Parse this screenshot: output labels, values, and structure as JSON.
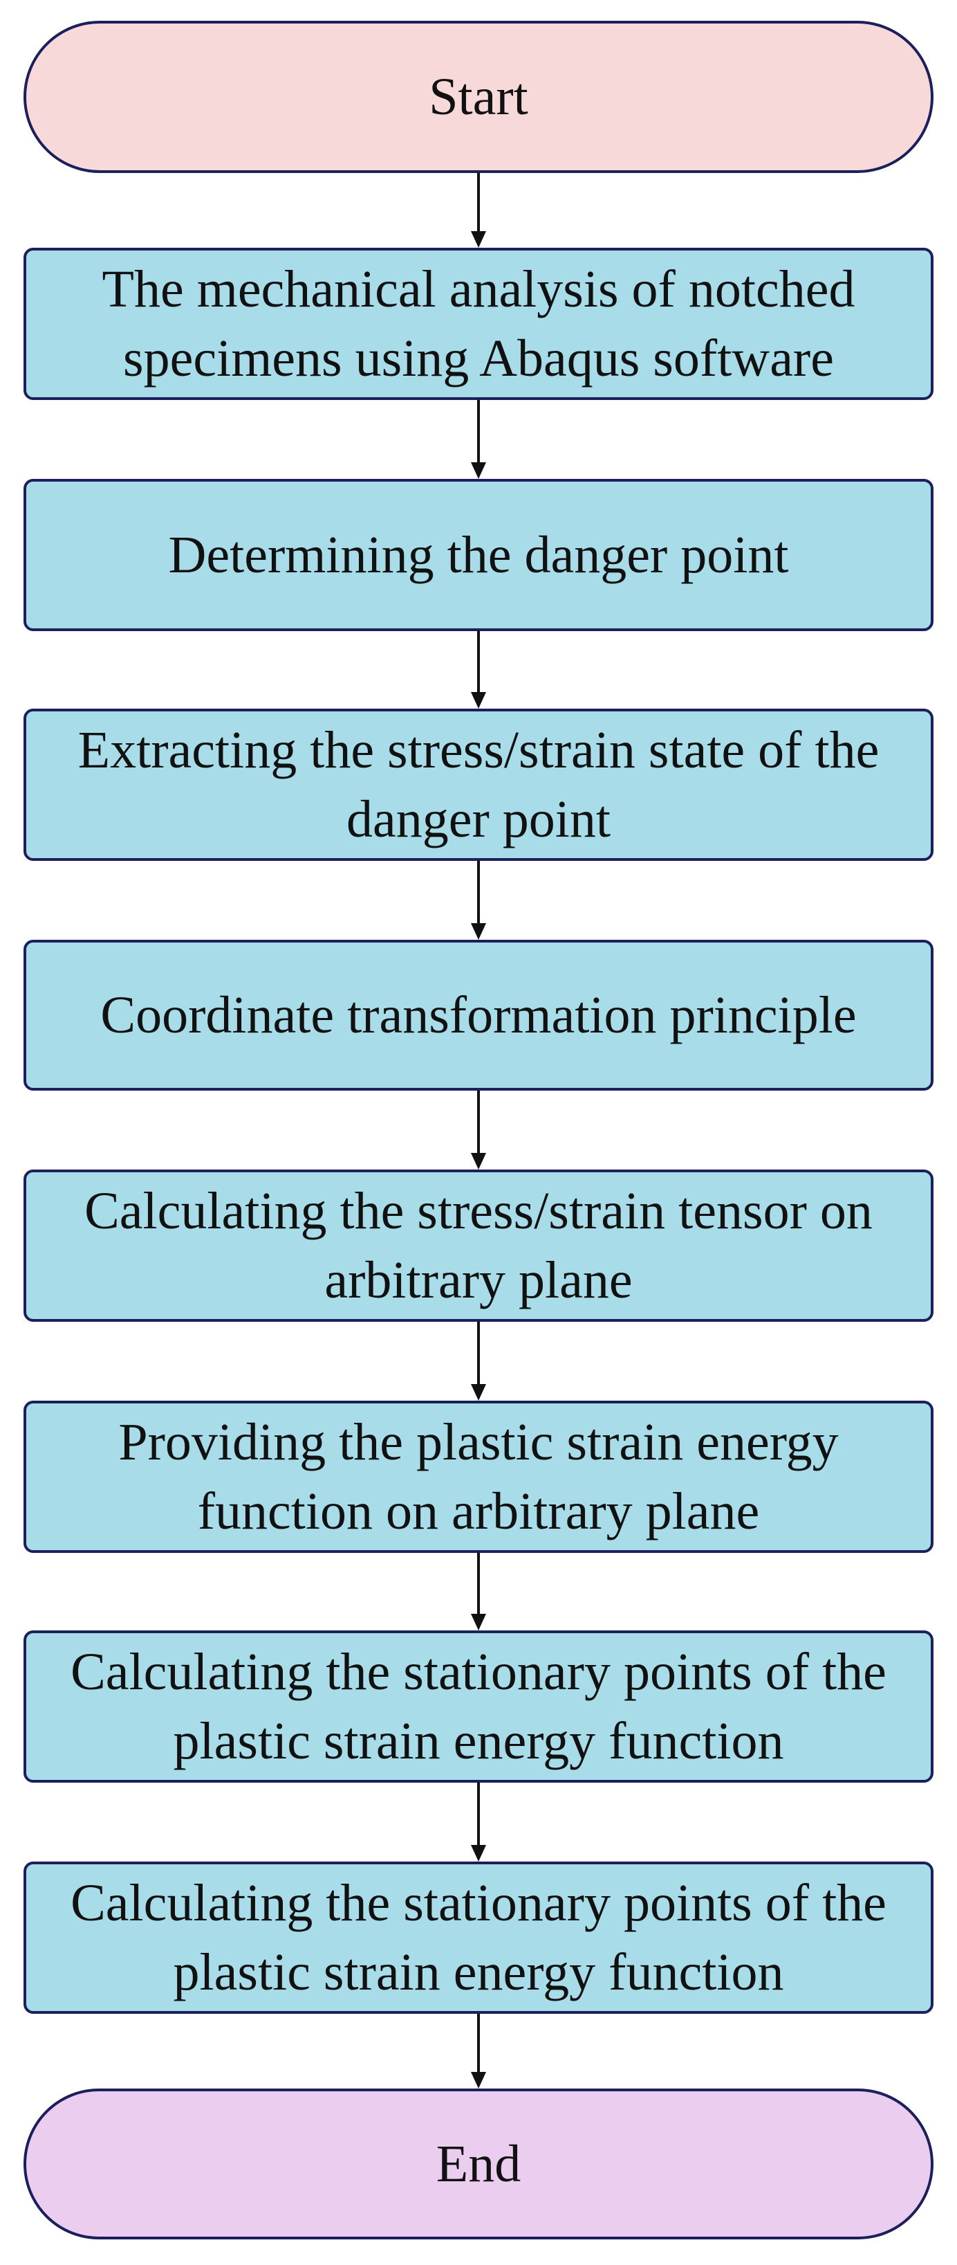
{
  "colors": {
    "start_fill": "#f7d9da",
    "process_fill": "#a8dce9",
    "end_fill": "#ebcdf0",
    "border": "#1b1f5c",
    "arrow": "#111111"
  },
  "nodes": [
    {
      "id": "start",
      "shape": "terminal",
      "text": "Start"
    },
    {
      "id": "step1",
      "shape": "process",
      "text": "The mechanical analysis of notched specimens using Abaqus software"
    },
    {
      "id": "step2",
      "shape": "process",
      "text": "Determining the danger point"
    },
    {
      "id": "step3",
      "shape": "process",
      "text": "Extracting the stress/strain state of the danger point"
    },
    {
      "id": "step4",
      "shape": "process",
      "text": "Coordinate transformation principle"
    },
    {
      "id": "step5",
      "shape": "process",
      "text": "Calculating the stress/strain tensor on arbitrary plane"
    },
    {
      "id": "step6",
      "shape": "process",
      "text": "Providing the  plastic strain energy function  on arbitrary plane"
    },
    {
      "id": "step7",
      "shape": "process",
      "text": "Calculating the stationary points of the plastic strain energy function"
    },
    {
      "id": "step8",
      "shape": "process",
      "text": "Calculating the stationary points of the plastic strain energy function"
    },
    {
      "id": "end",
      "shape": "terminal",
      "text": "End"
    }
  ],
  "edges": [
    {
      "from": "start",
      "to": "step1"
    },
    {
      "from": "step1",
      "to": "step2"
    },
    {
      "from": "step2",
      "to": "step3"
    },
    {
      "from": "step3",
      "to": "step4"
    },
    {
      "from": "step4",
      "to": "step5"
    },
    {
      "from": "step5",
      "to": "step6"
    },
    {
      "from": "step6",
      "to": "step7"
    },
    {
      "from": "step7",
      "to": "step8"
    },
    {
      "from": "step8",
      "to": "end"
    }
  ]
}
